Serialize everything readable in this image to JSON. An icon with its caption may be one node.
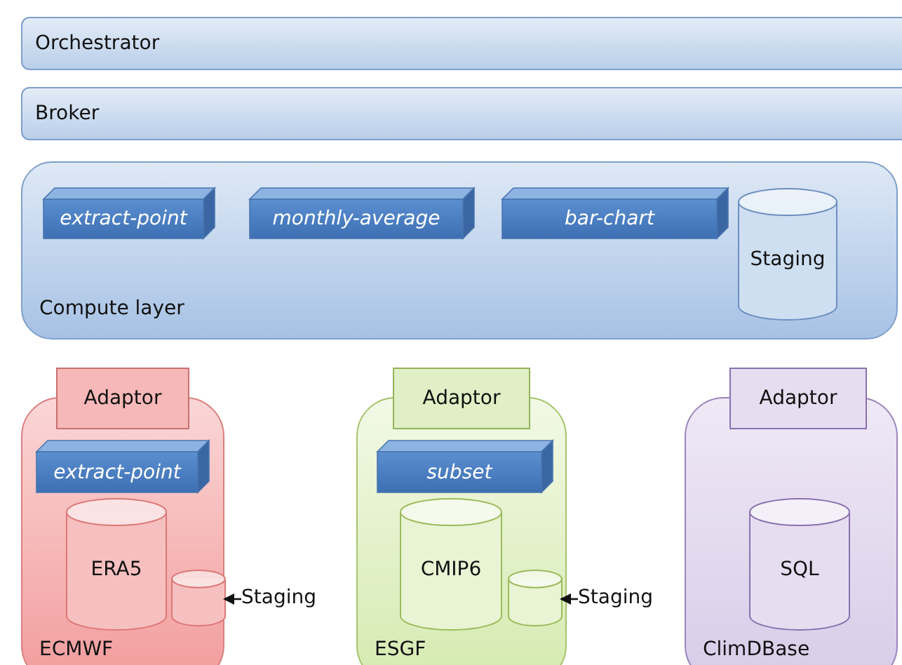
{
  "diagram": {
    "nodes": [
      {
        "text": [
          "Orchestrator"
        ]
      },
      {
        "text": [
          "Broker"
        ]
      },
      {
        "text": [
          "Compute layer"
        ]
      },
      {
        "text": [
          "extract-point"
        ],
        "in": 2
      },
      {
        "text": [
          "monthly-average"
        ],
        "in": 2
      },
      {
        "text": [
          "bar-chart"
        ],
        "in": 2
      },
      {
        "text": [
          "Staging"
        ],
        "in": 2
      },
      {
        "text": [
          "Adaptor"
        ]
      },
      {
        "text": [
          "ECMWF"
        ]
      },
      {
        "text": [
          "extract-point"
        ],
        "in": 8
      },
      {
        "text": [
          "ERA5"
        ],
        "in": 8
      },
      {
        "text": [],
        "shape": "cylinder",
        "in": 8
      },
      {
        "text": [
          "Staging"
        ]
      },
      {
        "text": [
          "Adaptor"
        ]
      },
      {
        "text": [
          "ESGF"
        ]
      },
      {
        "text": [
          "subset"
        ],
        "in": 14
      },
      {
        "text": [
          "CMIP6"
        ],
        "in": 14
      },
      {
        "text": [],
        "shape": "cylinder",
        "in": 14
      },
      {
        "text": [
          "Staging"
        ]
      },
      {
        "text": [
          "Adaptor"
        ]
      },
      {
        "text": [
          "ClimDBase"
        ]
      },
      {
        "text": [
          "SQL"
        ],
        "in": 20
      }
    ],
    "edges": [
      {
        "from": 12,
        "to": 11,
        "arrow": "to"
      },
      {
        "from": 18,
        "to": 17,
        "arrow": "to"
      }
    ]
  }
}
